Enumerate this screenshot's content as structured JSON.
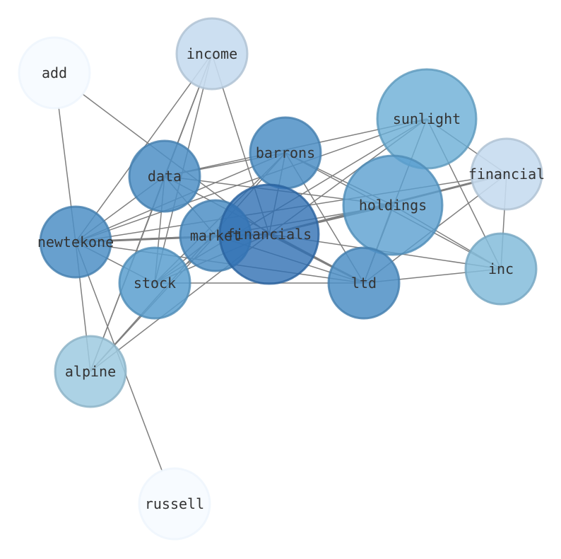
{
  "graph": {
    "nodes": [
      {
        "id": "add",
        "label": "add",
        "color": "#f7fbff"
      },
      {
        "id": "income",
        "label": "income",
        "color": "#c6dbef"
      },
      {
        "id": "barrons",
        "label": "barrons",
        "color": "#4d8fc6"
      },
      {
        "id": "sunlight",
        "label": "sunlight",
        "color": "#6aaed6"
      },
      {
        "id": "financial",
        "label": "financial",
        "color": "#c6dbef"
      },
      {
        "id": "data",
        "label": "data",
        "color": "#4d8fc6"
      },
      {
        "id": "holdings",
        "label": "holdings",
        "color": "#5a9fcf"
      },
      {
        "id": "newtekone",
        "label": "newtekone",
        "color": "#4d8fc6"
      },
      {
        "id": "market",
        "label": "market",
        "color": "#4d8fc6"
      },
      {
        "id": "financials",
        "label": "financials",
        "color": "#2f6fb3"
      },
      {
        "id": "inc",
        "label": "inc",
        "color": "#84bcdb"
      },
      {
        "id": "stock",
        "label": "stock",
        "color": "#5a9fcf"
      },
      {
        "id": "ltd",
        "label": "ltd",
        "color": "#4d8fc6"
      },
      {
        "id": "alpine",
        "label": "alpine",
        "color": "#9ecae1"
      },
      {
        "id": "russell",
        "label": "russell",
        "color": "#f7fbff"
      }
    ],
    "edges": [
      [
        "add",
        "newtekone"
      ],
      [
        "add",
        "financials"
      ],
      [
        "income",
        "data"
      ],
      [
        "income",
        "newtekone"
      ],
      [
        "income",
        "stock"
      ],
      [
        "income",
        "financials"
      ],
      [
        "income",
        "alpine"
      ],
      [
        "barrons",
        "data"
      ],
      [
        "barrons",
        "newtekone"
      ],
      [
        "barrons",
        "financials"
      ],
      [
        "barrons",
        "holdings"
      ],
      [
        "barrons",
        "inc"
      ],
      [
        "barrons",
        "ltd"
      ],
      [
        "barrons",
        "stock"
      ],
      [
        "barrons",
        "alpine"
      ],
      [
        "sunlight",
        "data"
      ],
      [
        "sunlight",
        "financial"
      ],
      [
        "sunlight",
        "newtekone"
      ],
      [
        "sunlight",
        "ltd"
      ],
      [
        "sunlight",
        "inc"
      ],
      [
        "sunlight",
        "financials"
      ],
      [
        "sunlight",
        "stock"
      ],
      [
        "financial",
        "financials"
      ],
      [
        "financial",
        "inc"
      ],
      [
        "financial",
        "ltd"
      ],
      [
        "financial",
        "newtekone"
      ],
      [
        "data",
        "newtekone"
      ],
      [
        "data",
        "stock"
      ],
      [
        "data",
        "alpine"
      ],
      [
        "data",
        "ltd"
      ],
      [
        "data",
        "holdings"
      ],
      [
        "data",
        "market"
      ],
      [
        "holdings",
        "market"
      ],
      [
        "holdings",
        "financials"
      ],
      [
        "holdings",
        "inc"
      ],
      [
        "holdings",
        "ltd"
      ],
      [
        "newtekone",
        "market"
      ],
      [
        "newtekone",
        "stock"
      ],
      [
        "newtekone",
        "alpine"
      ],
      [
        "newtekone",
        "russell"
      ],
      [
        "newtekone",
        "ltd"
      ],
      [
        "market",
        "financials"
      ],
      [
        "market",
        "stock"
      ],
      [
        "market",
        "ltd"
      ],
      [
        "market",
        "alpine"
      ],
      [
        "financials",
        "inc"
      ],
      [
        "financials",
        "alpine"
      ],
      [
        "financials",
        "stock"
      ],
      [
        "stock",
        "ltd"
      ],
      [
        "ltd",
        "inc"
      ]
    ],
    "heavy_edges": [
      [
        "newtekone",
        "financials"
      ],
      [
        "financials",
        "financial"
      ],
      [
        "financials",
        "ltd"
      ]
    ]
  }
}
